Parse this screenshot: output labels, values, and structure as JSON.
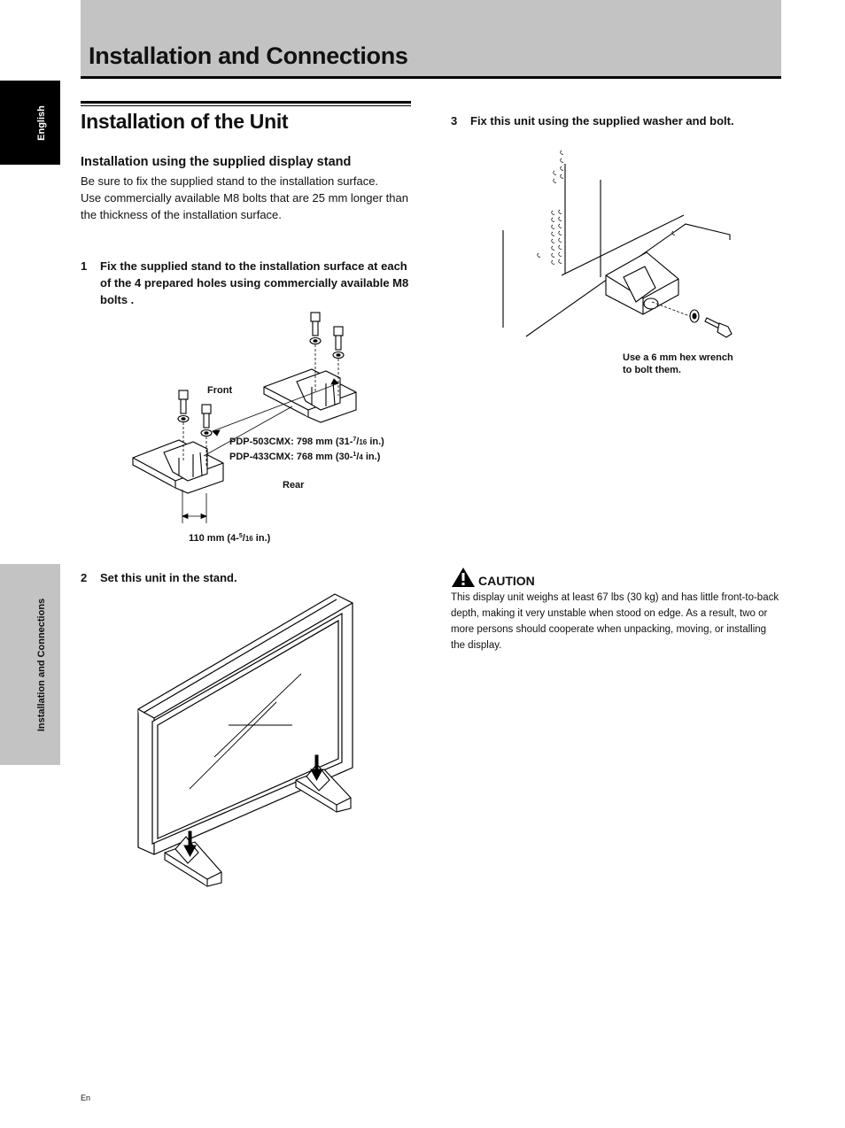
{
  "header": {
    "title": "Installation and Connections"
  },
  "side_tabs": {
    "language": "English",
    "section": "Installation and Connections"
  },
  "section": {
    "title": "Installation of the Unit",
    "subheading": "Installation using the supplied display stand",
    "body_1": "Be sure to fix the supplied stand to the installation surface.",
    "body_2": "Use commercially available M8 bolts that are 25 mm longer than the thickness of the installation surface."
  },
  "steps": [
    {
      "number": "1",
      "text": "Fix the supplied stand to the installation surface at each of the 4 prepared holes using commercially available M8 bolts ."
    },
    {
      "number": "2",
      "text": "Set this unit in the stand."
    },
    {
      "number": "3",
      "text": "Fix this unit using the supplied washer and bolt."
    }
  ],
  "figure_1": {
    "front": "Front",
    "rear": "Rear",
    "model_a": {
      "name": "PDP-503CMX",
      "value": ": 798 mm (31-",
      "sup": "7",
      "sep": "/",
      "sub": "16",
      "unit": " in.)"
    },
    "model_b": {
      "name": "PDP-433CMX",
      "value": ": 768 mm (30-",
      "sup": "1",
      "sep": "/",
      "sub": "4",
      "unit": " in.)"
    },
    "depth": {
      "value": "110 mm (4-",
      "sup": "5",
      "sep": "/",
      "sub": "16",
      "unit": " in.)"
    }
  },
  "figure_3": {
    "note_line_1": "Use a 6 mm hex wrench",
    "note_line_2": "to bolt them."
  },
  "caution": {
    "title": "CAUTION",
    "text": "This display unit weighs at least 67 lbs (30 kg) and has little front-to-back depth, making it very unstable when stood on edge. As a result, two or more persons should cooperate when unpacking, moving, or installing the display."
  },
  "footer": {
    "page_label": "En"
  }
}
